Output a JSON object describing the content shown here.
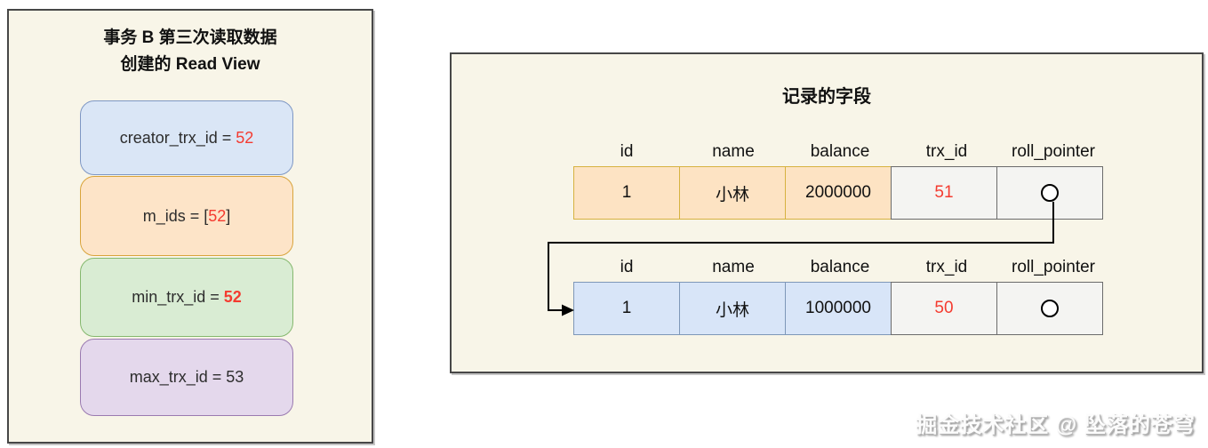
{
  "read_view_panel": {
    "title_line1": "事务 B 第三次读取数据",
    "title_line2": "创建的 Read View",
    "fields": [
      {
        "name": "creator_trx_id",
        "prefix": "creator_trx_id = ",
        "value": "52",
        "suffix": "",
        "value_color": "#f43b30",
        "value_bold": false,
        "box_style": "blue"
      },
      {
        "name": "m_ids",
        "prefix": "m_ids = [",
        "value": "52",
        "suffix": "]",
        "value_color": "#f43b30",
        "value_bold": false,
        "box_style": "orange"
      },
      {
        "name": "min_trx_id",
        "prefix": "min_trx_id = ",
        "value": "52",
        "suffix": "",
        "value_color": "#f43b30",
        "value_bold": true,
        "box_style": "green"
      },
      {
        "name": "max_trx_id",
        "prefix": "max_trx_id = 53",
        "value": "",
        "suffix": "",
        "value_color": "",
        "value_bold": false,
        "box_style": "purple"
      }
    ]
  },
  "record_panel": {
    "title": "记录的字段",
    "current_record": {
      "headers": [
        "id",
        "name",
        "balance",
        "trx_id",
        "roll_pointer"
      ],
      "id": "1",
      "name": "小林",
      "balance": "2000000",
      "trx_id": "51",
      "roll_pointer": "circle-icon",
      "row_style": "orange"
    },
    "undo_record": {
      "headers": [
        "id",
        "name",
        "balance",
        "trx_id",
        "roll_pointer"
      ],
      "id": "1",
      "name": "小林",
      "balance": "1000000",
      "trx_id": "50",
      "roll_pointer": "circle-icon",
      "row_style": "blue"
    },
    "arrow": "row1-roll-pointer-to-row2"
  },
  "watermark": "掘金技术社区 @ 坠落的苍穹",
  "colors": {
    "panel_background": "#f8f5e8",
    "panel_border": "#474747",
    "highlight_red": "#f43b30",
    "blue_fill": "#dae6f6",
    "blue_border": "#7e97c4",
    "orange_fill": "#fde4c8",
    "orange_border": "#d9a43c",
    "green_fill": "#d9ecd3",
    "green_border": "#85b86e",
    "purple_fill": "#e4d8ec",
    "purple_border": "#9a7ab0",
    "cell_orange_fill": "#fde3c3",
    "cell_orange_border": "#d6b240",
    "cell_blue_fill": "#d8e5f8",
    "cell_blue_border": "#7e97b8",
    "cell_gray_fill": "#f4f4f2",
    "cell_gray_border": "#6b6b6b"
  }
}
